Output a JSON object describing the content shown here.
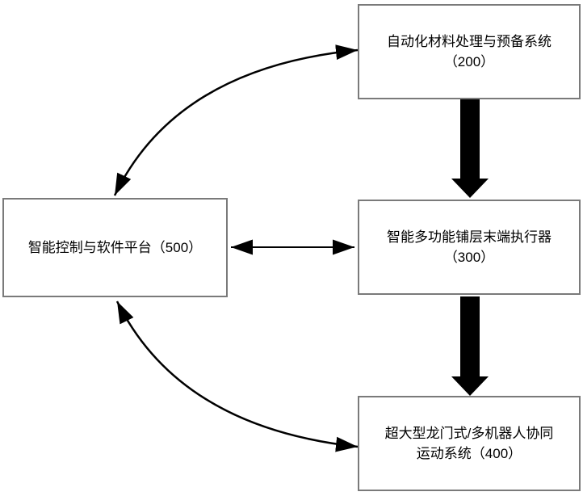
{
  "diagram": {
    "background_color": "#ffffff",
    "box_border_color": "#7a7a7a",
    "arrow_color": "#000000",
    "boxes": [
      {
        "id": "200",
        "label": "自动化材料处理与预备系统\n（200）"
      },
      {
        "id": "300",
        "label": "智能多功能铺层末端执行器\n（300）"
      },
      {
        "id": "400",
        "label": "超大型龙门式/多机器人协同\n运动系统（400）"
      },
      {
        "id": "500",
        "label": "智能控制与软件平台（500）"
      }
    ],
    "connections": [
      {
        "from": "500",
        "to": "200",
        "type": "curved-double-arrow"
      },
      {
        "from": "200",
        "to": "300",
        "type": "thick-block-arrow"
      },
      {
        "from": "500",
        "to": "300",
        "type": "straight-double-arrow"
      },
      {
        "from": "300",
        "to": "400",
        "type": "thick-block-arrow"
      },
      {
        "from": "500",
        "to": "400",
        "type": "curved-double-arrow"
      }
    ]
  }
}
